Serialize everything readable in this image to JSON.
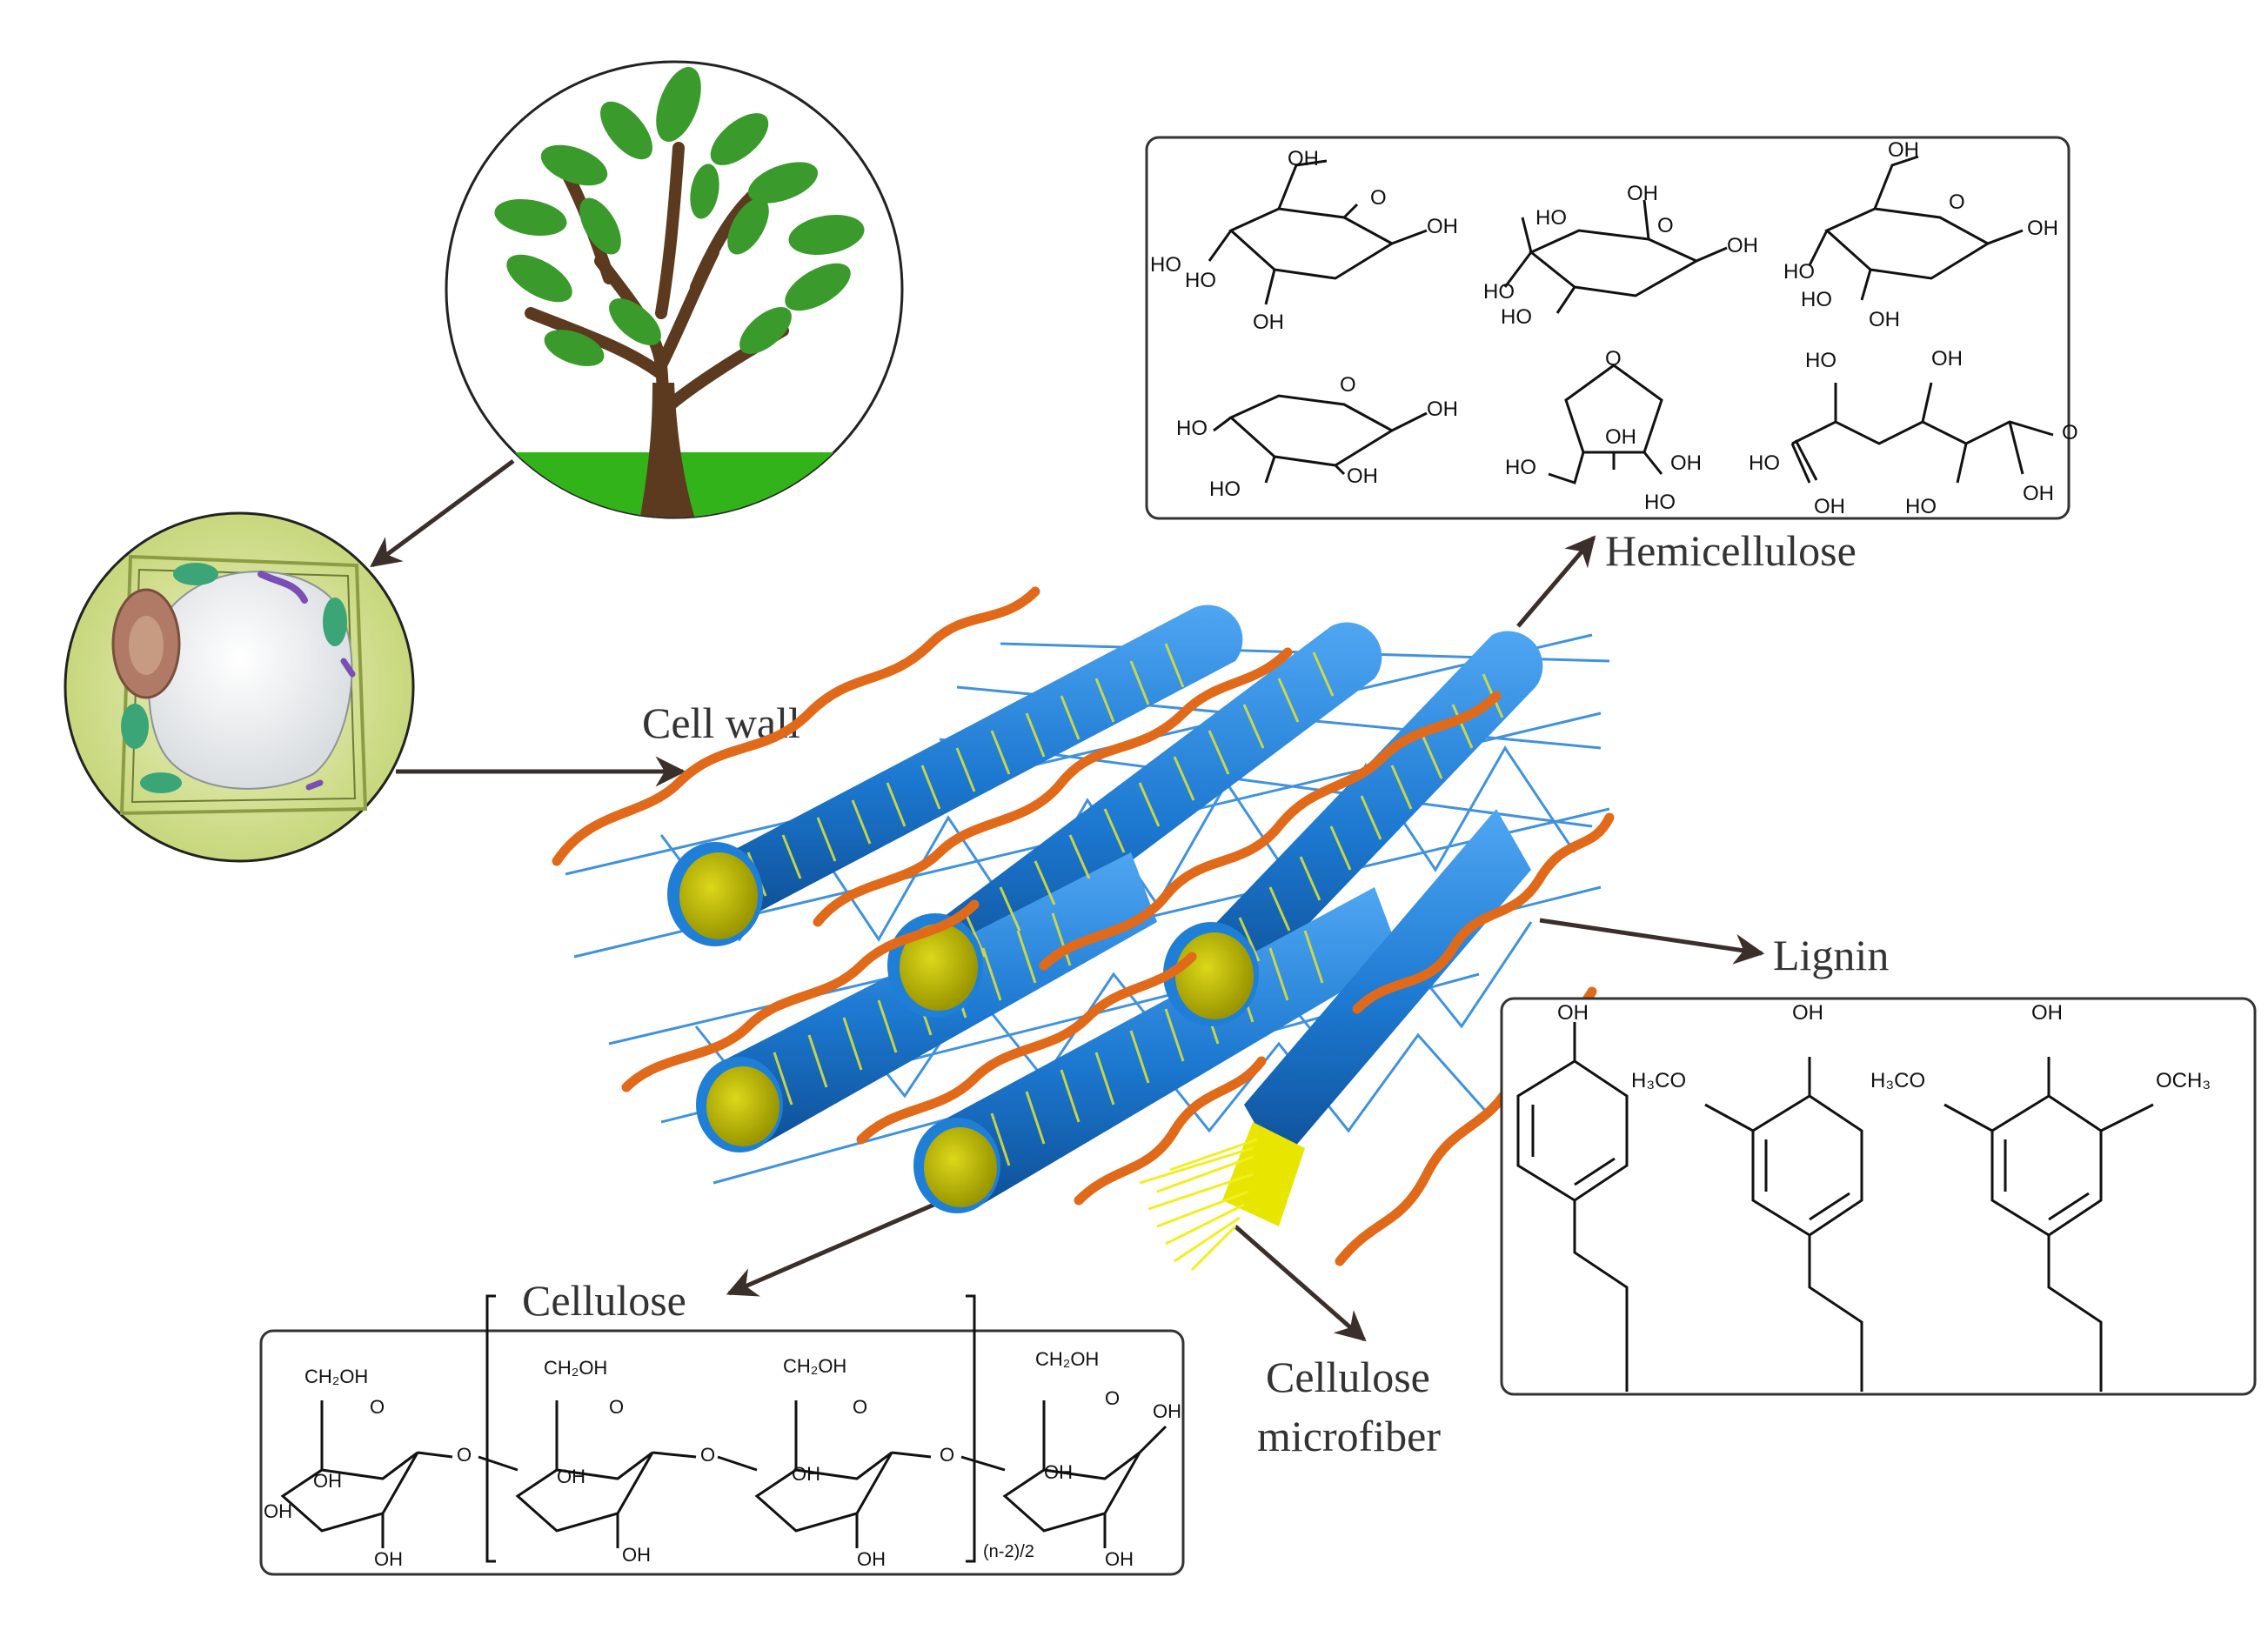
{
  "labels": {
    "cell_wall": "Cell wall",
    "hemicellulose": "Hemicellulose",
    "lignin": "Lignin",
    "cellulose": "Cellulose",
    "microfiber_line1": "Cellulose",
    "microfiber_line2": "microfiber"
  },
  "chem": {
    "oh": "OH",
    "ho": "HO",
    "o": "O",
    "ch2oh": "CH₂OH",
    "h3co": "H₃CO",
    "och3": "OCH₃",
    "repeat": "(n-2)/2"
  },
  "colors": {
    "fiber_blue": "#1f7fd6",
    "fiber_core": "#c9c400",
    "lignin_orange": "#e06a1a",
    "leaf_green": "#3a9a2c",
    "ground_green": "#33b31a",
    "trunk_brown": "#5b3a1f",
    "cell_fill": "#dfe8a4",
    "arrow": "#3b2f2c"
  },
  "icons": [
    "tree-icon",
    "plant-cell-icon"
  ]
}
